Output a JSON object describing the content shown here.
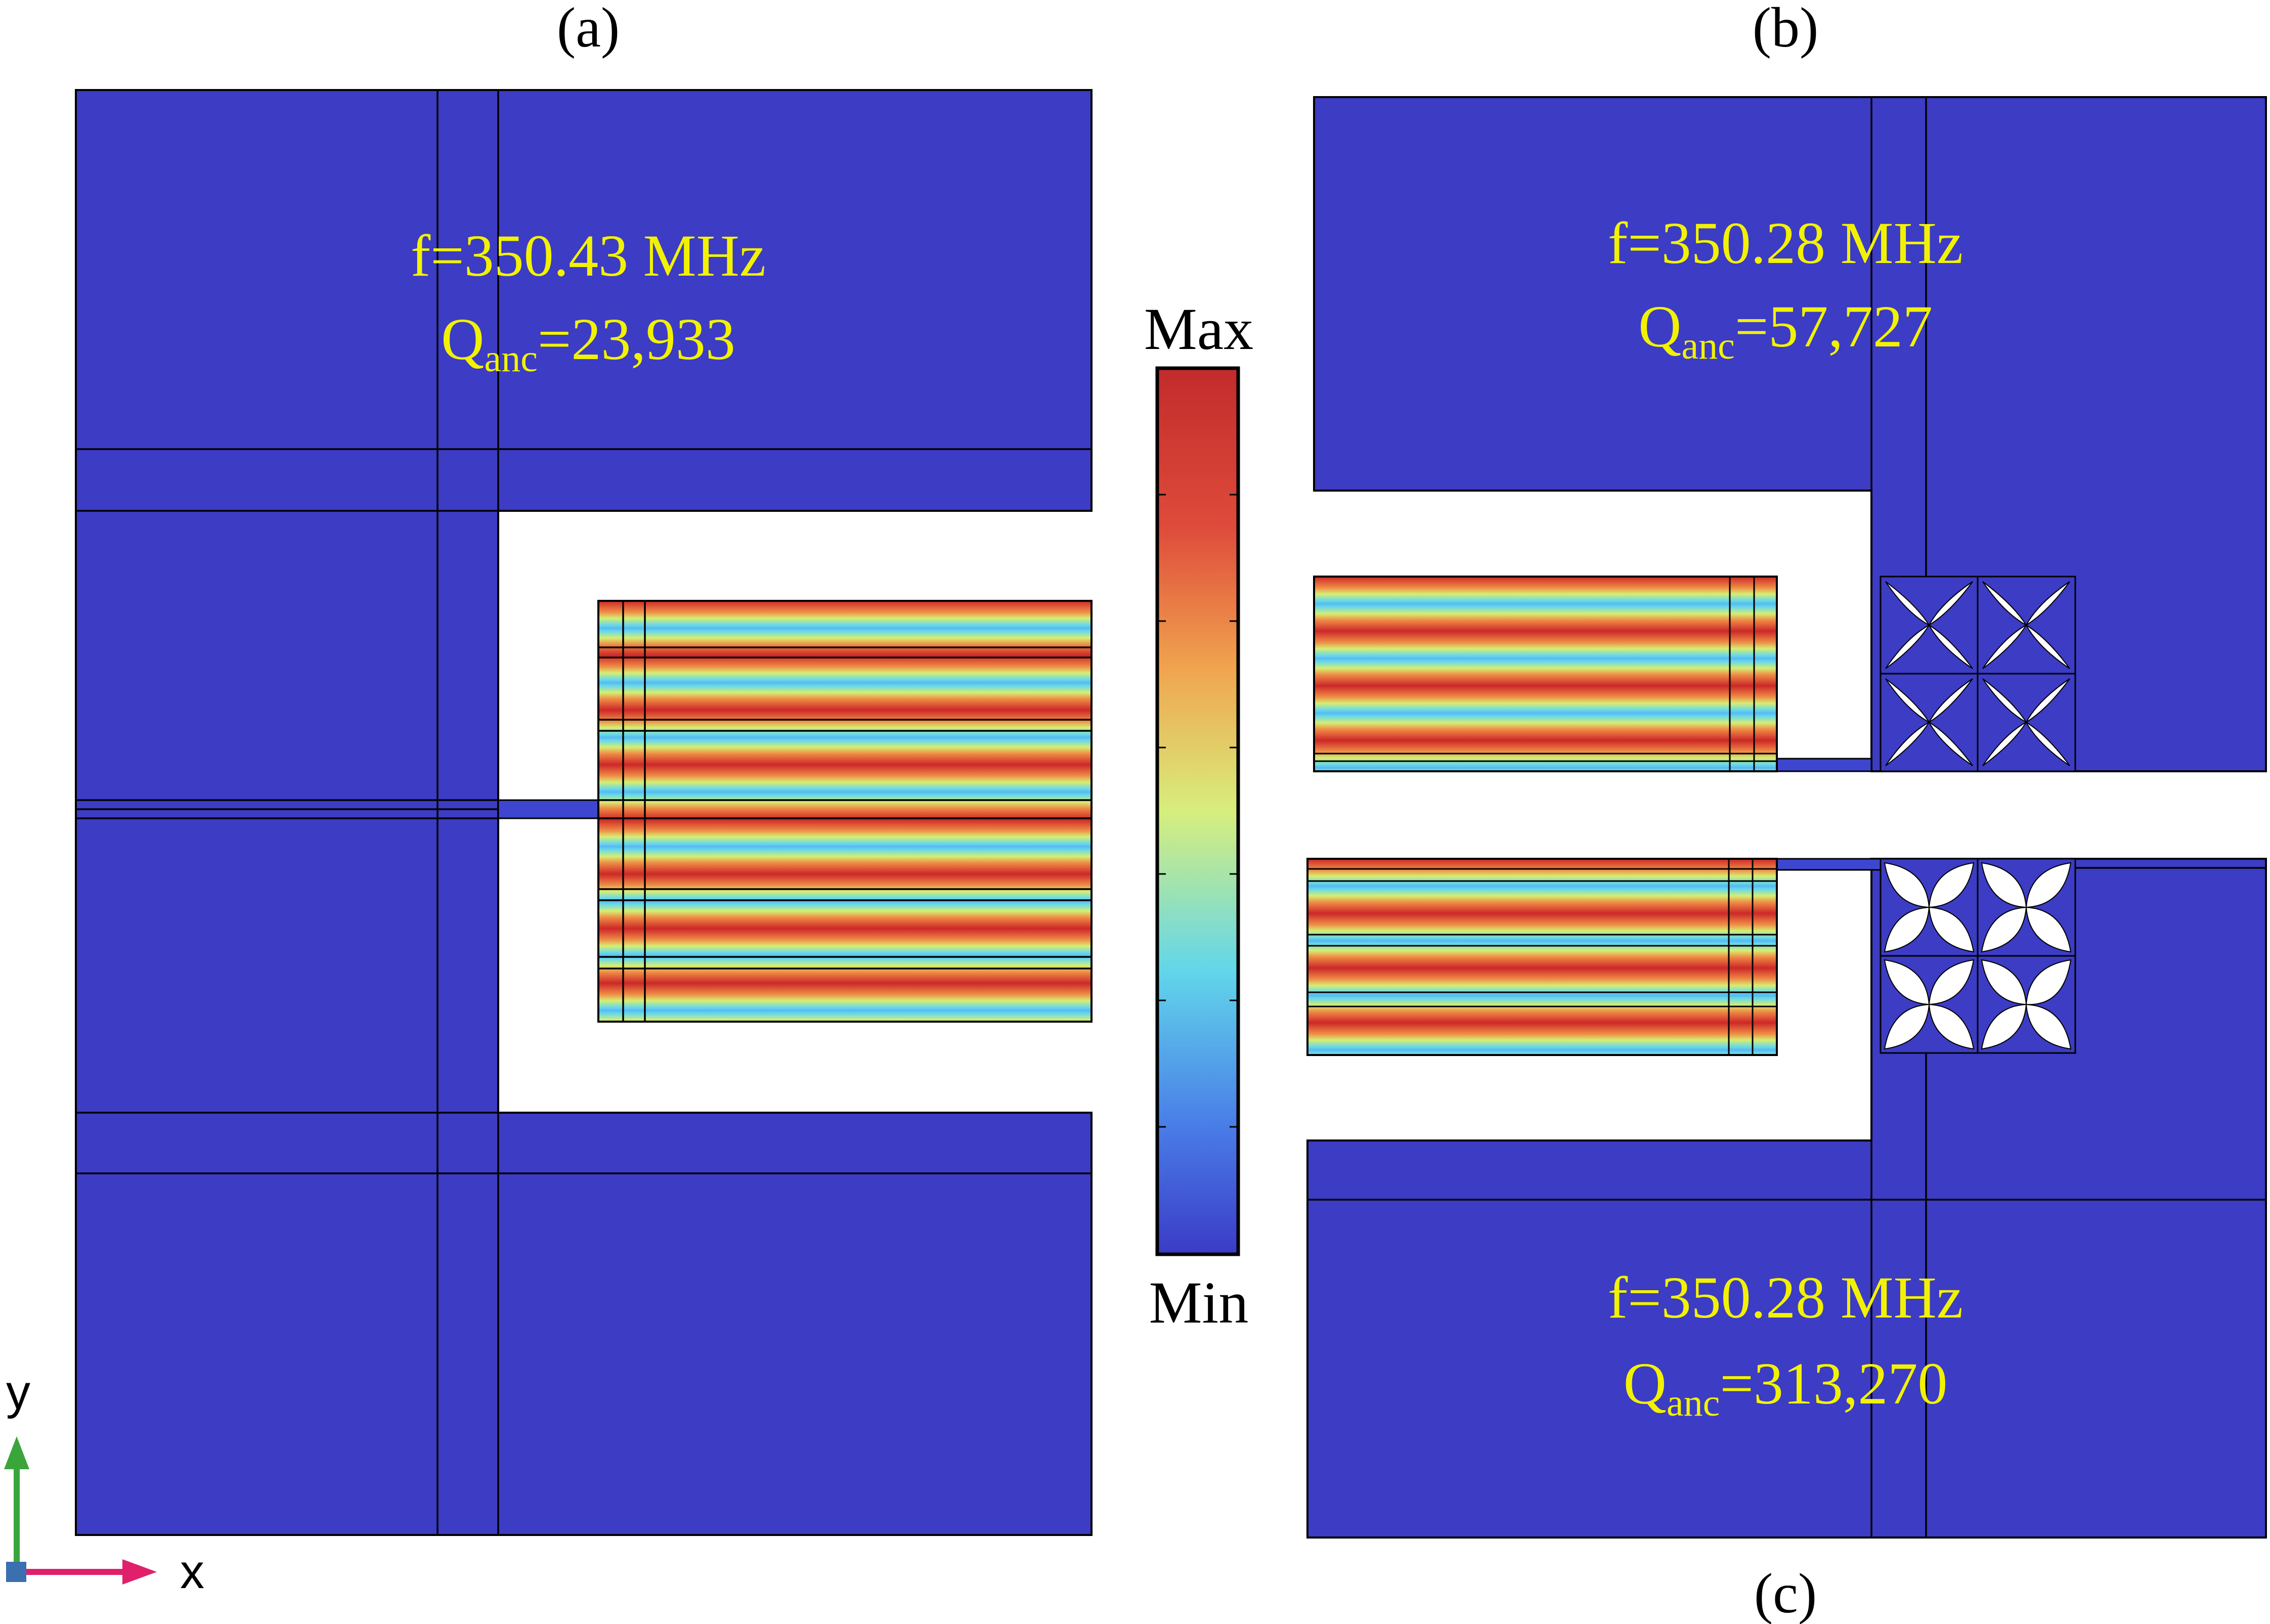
{
  "panels": {
    "a": {
      "label": "(a)",
      "freq_text": "f=350.43 MHz",
      "q_prefix": "Q",
      "q_sub": "anc",
      "q_value": "=23,933"
    },
    "b": {
      "label": "(b)",
      "freq_text": "f=350.28 MHz",
      "q_prefix": "Q",
      "q_sub": "anc",
      "q_value": "=57,727"
    },
    "c": {
      "label": "(c)",
      "freq_text": "f=350.28 MHz",
      "q_prefix": "Q",
      "q_sub": "anc",
      "q_value": "=313,270"
    }
  },
  "colorbar": {
    "max_label": "Max",
    "min_label": "Min"
  },
  "axes": {
    "x_label": "x",
    "y_label": "y"
  },
  "colors": {
    "substrate": "#3c3cc4",
    "annotation_text": "#f2f200",
    "x_axis_arrow": "#e0206a",
    "y_axis_arrow": "#3aa53a",
    "origin_marker": "#3a6fb0"
  }
}
